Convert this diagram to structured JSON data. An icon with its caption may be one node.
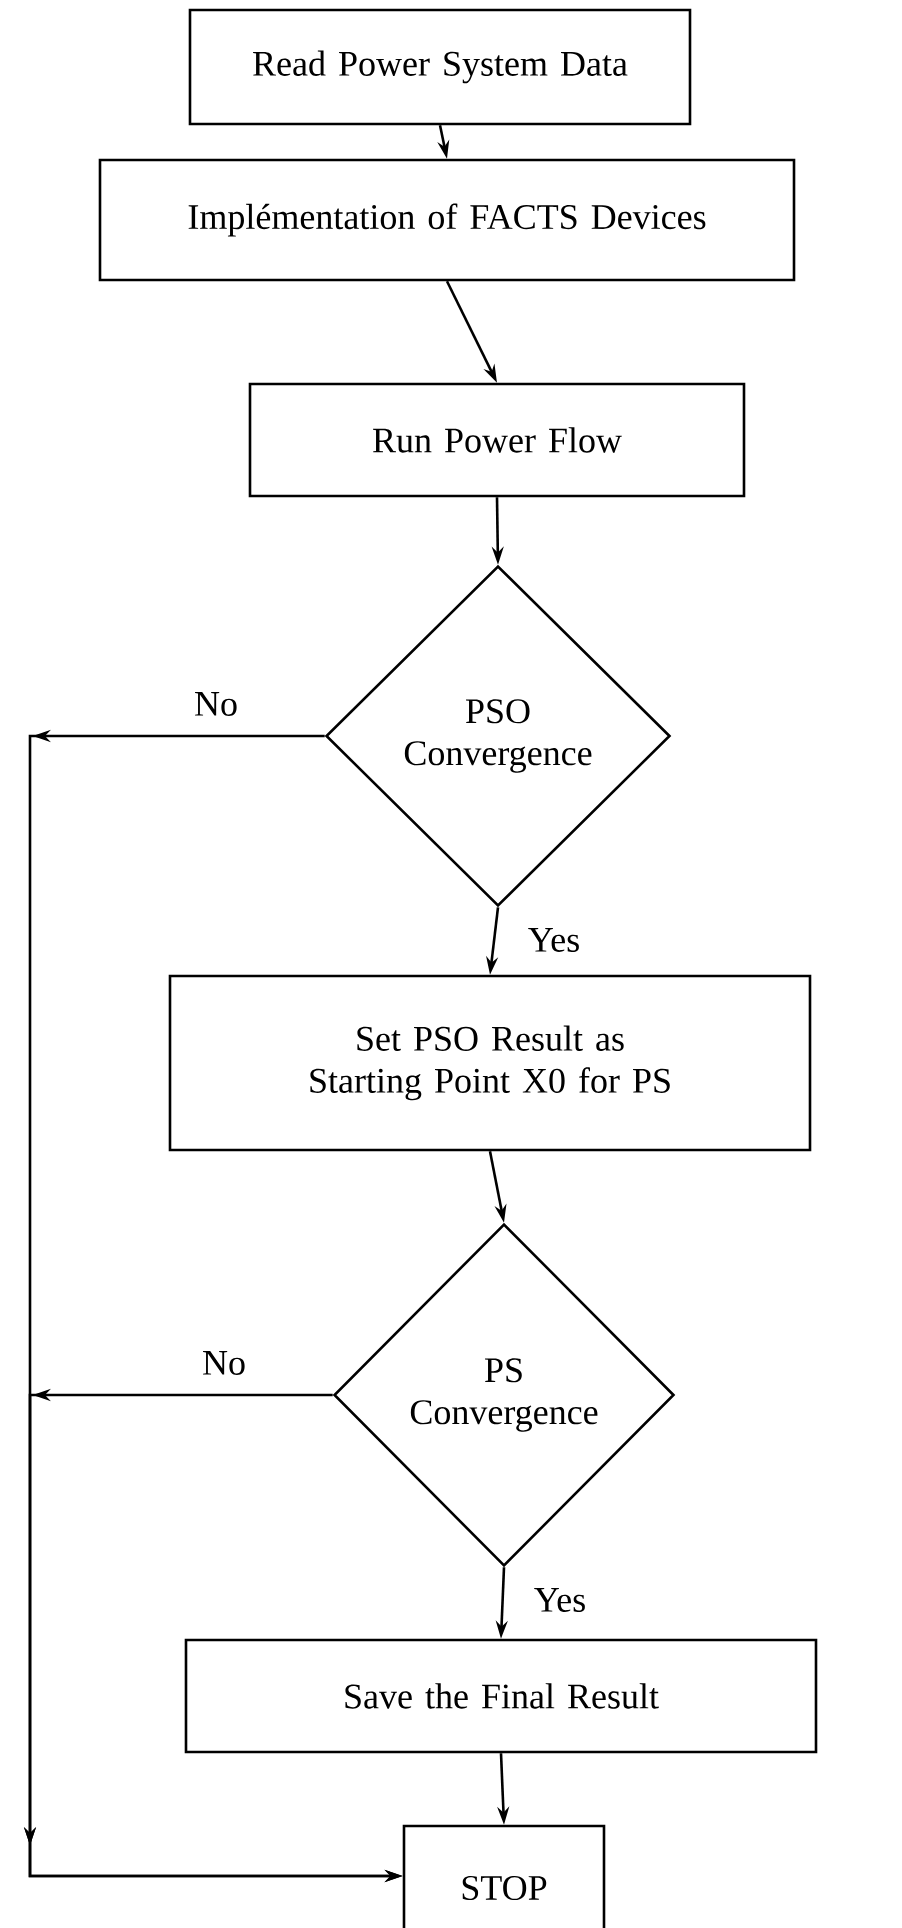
{
  "diagram": {
    "nodes": [
      {
        "text": [
          "Read Power System Data"
        ]
      },
      {
        "text": [
          "Implémentation of  FACTS Devices"
        ]
      },
      {
        "text": [
          "Run Power Flow"
        ]
      },
      {
        "text": [
          "PSO Convergence"
        ]
      },
      {
        "text": [
          "Set PSO Result as Starting Point X0 for PS"
        ]
      },
      {
        "text": [
          "PS Convergence"
        ]
      },
      {
        "text": [
          "Save the Final Result"
        ]
      },
      {
        "text": [
          "STOP"
        ]
      }
    ],
    "edges": [
      {
        "from": 0,
        "to": 1,
        "arrow": "to"
      },
      {
        "from": 1,
        "to": 2,
        "arrow": "to"
      },
      {
        "from": 2,
        "to": 3,
        "arrow": "to"
      },
      {
        "from": 3,
        "to": 4,
        "arrow": "to",
        "label": "Yes"
      },
      {
        "from": 3,
        "to": 7,
        "arrow": "to",
        "label": "No"
      },
      {
        "from": 4,
        "to": 5,
        "arrow": "to"
      },
      {
        "from": 5,
        "to": 6,
        "arrow": "to",
        "label": "Yes"
      },
      {
        "from": 5,
        "to": 7,
        "arrow": "to",
        "label": "No"
      },
      {
        "from": 6,
        "to": 7,
        "arrow": "to"
      }
    ]
  }
}
